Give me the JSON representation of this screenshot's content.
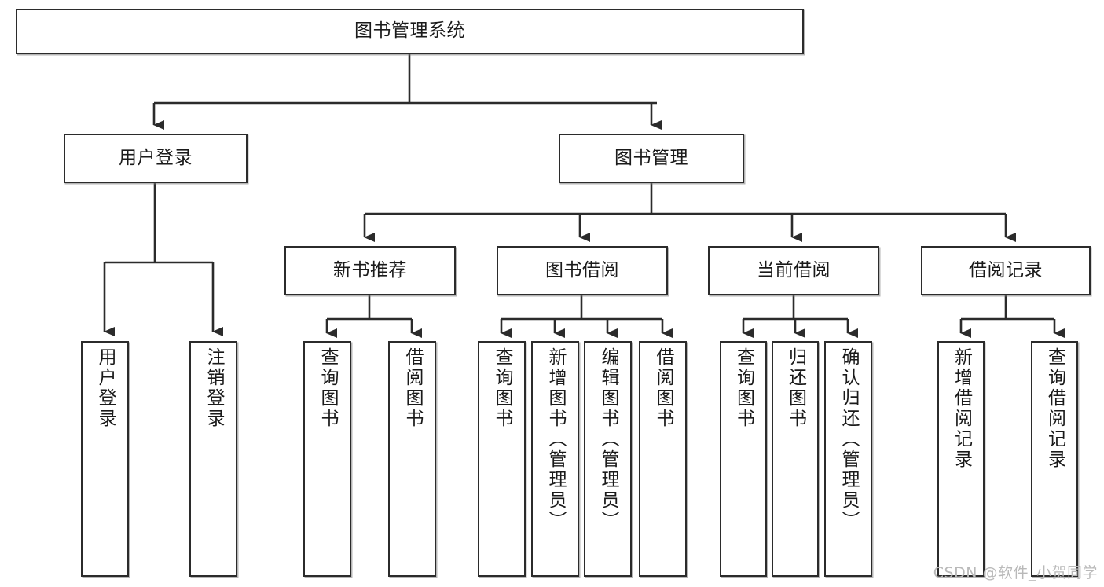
{
  "diagram": {
    "title": "图书管理系统",
    "type": "tree-hierarchy",
    "root": {
      "label": "图书管理系统"
    },
    "level2": [
      {
        "label": "用户登录"
      },
      {
        "label": "图书管理"
      }
    ],
    "level3": [
      {
        "label": "新书推荐"
      },
      {
        "label": "图书借阅"
      },
      {
        "label": "当前借阅"
      },
      {
        "label": "借阅记录"
      }
    ],
    "leaves": {
      "user_login": [
        {
          "label": "用户登录"
        },
        {
          "label": "注销登录"
        }
      ],
      "new_book_recommend": [
        {
          "label": "查询图书"
        },
        {
          "label": "借阅图书"
        }
      ],
      "book_borrow": [
        {
          "label": "查询图书"
        },
        {
          "label": "新增图书（管理员）"
        },
        {
          "label": "编辑图书（管理员）"
        },
        {
          "label": "借阅图书"
        }
      ],
      "current_borrow": [
        {
          "label": "查询图书"
        },
        {
          "label": "归还图书"
        },
        {
          "label": "确认归还（管理员）"
        }
      ],
      "borrow_record": [
        {
          "label": "新增借阅记录"
        },
        {
          "label": "查询借阅记录"
        }
      ]
    },
    "colors": {
      "border": "#2b2b2b",
      "background": "#ffffff",
      "text": "#1a1a1a",
      "watermark": "#b9b9b9"
    }
  },
  "watermark": {
    "text": "CSDN @软件_小贺同学"
  }
}
